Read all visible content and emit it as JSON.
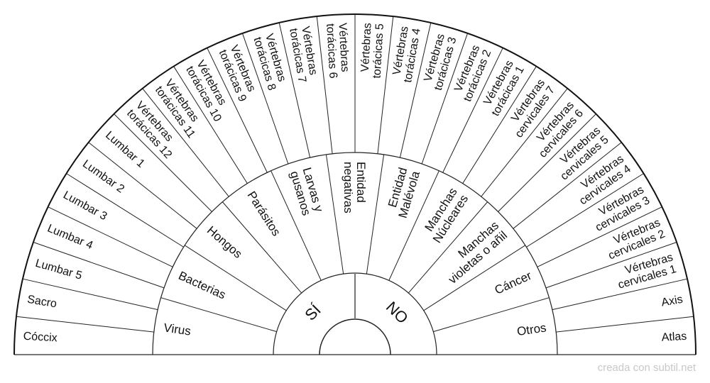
{
  "outer_ring": [
    [
      "Cóccix"
    ],
    [
      "Sacro"
    ],
    [
      "Lumbar 5"
    ],
    [
      "Lumbar 4"
    ],
    [
      "Lumbar 3"
    ],
    [
      "Lumbar 2"
    ],
    [
      "Lumbar 1"
    ],
    [
      "Vértebras",
      "torácicas 12"
    ],
    [
      "Vértebras",
      "torácicas 11"
    ],
    [
      "Vértebras",
      "torácicas 10"
    ],
    [
      "Vértebras",
      "torácicas 9"
    ],
    [
      "Vértebras",
      "torácicas 8"
    ],
    [
      "Vértebras",
      "torácicas 7"
    ],
    [
      "Vértebras",
      "torácicas 6"
    ],
    [
      "Vértebras",
      "torácicas 5"
    ],
    [
      "Vértebras",
      "torácicas 4"
    ],
    [
      "Vértebras",
      "torácicas 3"
    ],
    [
      "Vértebras",
      "torácicas 2"
    ],
    [
      "Vértebras",
      "torácicas 1"
    ],
    [
      "Vértebras",
      "cervicales 7"
    ],
    [
      "Vértebras",
      "cervicales 6"
    ],
    [
      "Vértebras",
      "cervicales 5"
    ],
    [
      "Vértebras",
      "cervicales 4"
    ],
    [
      "Vértebras",
      "cervicales 3"
    ],
    [
      "Vértebras",
      "cervicales 2"
    ],
    [
      "Vértebras",
      "cervicales 1"
    ],
    [
      "Axis"
    ],
    [
      "Atlas"
    ]
  ],
  "middle_ring": [
    [
      "Virus"
    ],
    [
      "Bacterias"
    ],
    [
      "Hongos"
    ],
    [
      "Parásitos"
    ],
    [
      "Larvas y",
      "gusanos"
    ],
    [
      "Entidad",
      "negativas"
    ],
    [
      "Entidad",
      "Malévola"
    ],
    [
      "Manchas",
      "Núcleares"
    ],
    [
      "Manchas",
      "violetas o añil"
    ],
    [
      "Cáncer"
    ],
    [
      "Otros"
    ]
  ],
  "inner_ring": [
    [
      "SÍ"
    ],
    [
      "NO"
    ]
  ],
  "watermark": "creada con subtil.net",
  "colors": {
    "line": "#222222",
    "baseline": "#777777",
    "watermark": "#c8c8c8"
  }
}
